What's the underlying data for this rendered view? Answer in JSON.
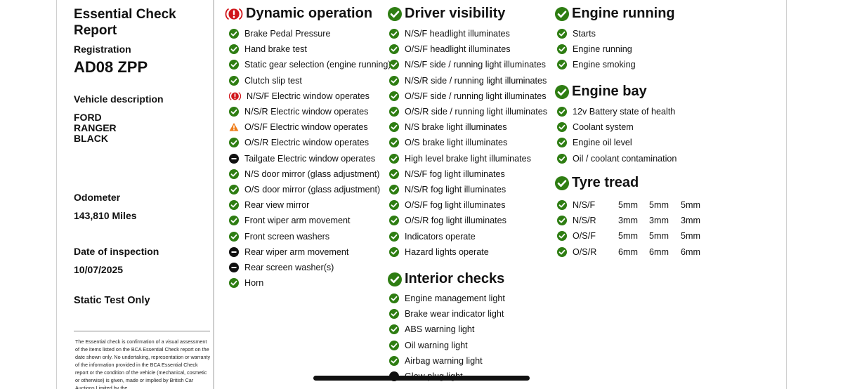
{
  "left": {
    "title": "Essential Check Report",
    "registration_label": "Registration",
    "registration": "AD08 ZPP",
    "vehicle_description_label": "Vehicle description",
    "vehicle_lines": [
      "FORD",
      "RANGER",
      "BLACK"
    ],
    "odometer_label": "Odometer",
    "odometer": "143,810 Miles",
    "inspection_label": "Date of inspection",
    "inspection_date": "10/07/2025",
    "static_test": "Static Test Only",
    "disclaimer": "The Essential check is confirmation of a visual assessment of the items listed on the BCA Essential Check report on the date shown only. No undertaking, representation or warranty of the information provided in the BCA Essential Check report or the condition of the vehicle (mechanical, cosmetic or otherwise) is given, made or implied by British Car Auctions Limited by the"
  },
  "sections": {
    "dynamic": {
      "title": "Dynamic operation",
      "status": "fail",
      "items": [
        {
          "label": "Brake Pedal Pressure",
          "status": "pass"
        },
        {
          "label": "Hand brake test",
          "status": "pass"
        },
        {
          "label": "Static gear selection (engine running)",
          "status": "pass"
        },
        {
          "label": "Clutch slip test",
          "status": "pass"
        },
        {
          "label": "N/S/F Electric window operates",
          "status": "fail"
        },
        {
          "label": "N/S/R Electric window operates",
          "status": "pass"
        },
        {
          "label": "O/S/F Electric window operates",
          "status": "warn"
        },
        {
          "label": "O/S/R Electric window operates",
          "status": "pass"
        },
        {
          "label": "Tailgate Electric window operates",
          "status": "na"
        },
        {
          "label": "N/S door mirror (glass adjustment)",
          "status": "pass"
        },
        {
          "label": "O/S door mirror (glass adjustment)",
          "status": "pass"
        },
        {
          "label": "Rear view mirror",
          "status": "pass"
        },
        {
          "label": "Front wiper arm movement",
          "status": "pass"
        },
        {
          "label": "Front screen washers",
          "status": "pass"
        },
        {
          "label": "Rear wiper arm movement",
          "status": "na"
        },
        {
          "label": "Rear screen washer(s)",
          "status": "na"
        },
        {
          "label": "Horn",
          "status": "pass"
        }
      ]
    },
    "visibility": {
      "title": "Driver visibility",
      "status": "pass",
      "items": [
        {
          "label": "N/S/F headlight illuminates",
          "status": "pass"
        },
        {
          "label": "O/S/F headlight illuminates",
          "status": "pass"
        },
        {
          "label": "N/S/F side / running light illuminates",
          "status": "pass"
        },
        {
          "label": "N/S/R side / running light illuminates",
          "status": "pass"
        },
        {
          "label": "O/S/F side / running light illuminates",
          "status": "pass"
        },
        {
          "label": "O/S/R side / running light illuminates",
          "status": "pass"
        },
        {
          "label": "N/S brake light illuminates",
          "status": "pass"
        },
        {
          "label": "O/S brake light illuminates",
          "status": "pass"
        },
        {
          "label": "High level brake light illuminates",
          "status": "pass"
        },
        {
          "label": "N/S/F fog light illuminates",
          "status": "pass"
        },
        {
          "label": "N/S/R fog light illuminates",
          "status": "pass"
        },
        {
          "label": "O/S/F fog light illuminates",
          "status": "pass"
        },
        {
          "label": "O/S/R fog light illuminates",
          "status": "pass"
        },
        {
          "label": "Indicators operate",
          "status": "pass"
        },
        {
          "label": "Hazard lights operate",
          "status": "pass"
        }
      ]
    },
    "interior": {
      "title": "Interior checks",
      "status": "pass",
      "items": [
        {
          "label": "Engine management light",
          "status": "pass"
        },
        {
          "label": "Brake wear indicator light",
          "status": "pass"
        },
        {
          "label": "ABS warning light",
          "status": "pass"
        },
        {
          "label": "Oil warning light",
          "status": "pass"
        },
        {
          "label": "Airbag warning light",
          "status": "pass"
        },
        {
          "label": "Glow plug light",
          "status": "na"
        }
      ]
    },
    "engine_running": {
      "title": "Engine running",
      "status": "pass",
      "items": [
        {
          "label": "Starts",
          "status": "pass"
        },
        {
          "label": "Engine running",
          "status": "pass"
        },
        {
          "label": "Engine smoking",
          "status": "pass"
        }
      ]
    },
    "engine_bay": {
      "title": "Engine bay",
      "status": "pass",
      "items": [
        {
          "label": "12v Battery state of health",
          "status": "pass"
        },
        {
          "label": "Coolant system",
          "status": "pass"
        },
        {
          "label": "Engine oil level",
          "status": "pass"
        },
        {
          "label": "Oil / coolant contamination",
          "status": "pass"
        }
      ]
    },
    "tyre": {
      "title": "Tyre tread",
      "status": "pass",
      "rows": [
        {
          "label": "N/S/F",
          "status": "pass",
          "values": [
            "5mm",
            "5mm",
            "5mm"
          ]
        },
        {
          "label": "N/S/R",
          "status": "pass",
          "values": [
            "3mm",
            "3mm",
            "3mm"
          ]
        },
        {
          "label": "O/S/F",
          "status": "pass",
          "values": [
            "5mm",
            "5mm",
            "5mm"
          ]
        },
        {
          "label": "O/S/R",
          "status": "pass",
          "values": [
            "6mm",
            "6mm",
            "6mm"
          ]
        }
      ]
    }
  },
  "colors": {
    "pass": "#2e7d12",
    "fail": "#d0161b",
    "warn": "#ef7d1a",
    "na": "#111111"
  }
}
